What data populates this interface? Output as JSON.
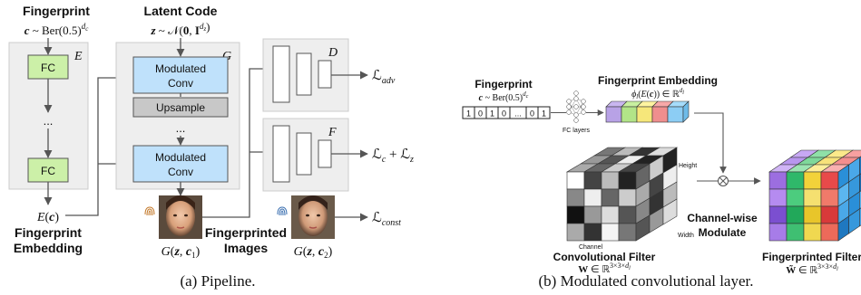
{
  "pipeline": {
    "fingerprint_title": "Fingerprint",
    "fingerprint_formula": "c ~ Ber(0.5)^dc",
    "latent_title": "Latent Code",
    "latent_formula": "z ~ N(0, I^dz)",
    "encoder_label": "E",
    "encoder_fc_top": "FC",
    "encoder_dots": "...",
    "encoder_fc_bottom": "FC",
    "generator_label": "G",
    "mod_conv_top": [
      "Modulated",
      "Conv"
    ],
    "upsample": "Upsample",
    "gen_dots": "...",
    "mod_conv_bottom": [
      "Modulated",
      "Conv"
    ],
    "discriminator_label": "D",
    "detector_label": "F",
    "loss_adv": "L_adv",
    "loss_cz": "L_c + L_z",
    "loss_const": "L_const",
    "embedding_math": "E(c)",
    "embedding_line1": "Fingerprint",
    "embedding_line2": "Embedding",
    "img1_label": "G(z, c1)",
    "img2_label": "G(z, c2)",
    "images_line1": "Fingerprinted",
    "images_line2": "Images",
    "caption": "(a) Pipeline."
  },
  "modulated": {
    "fingerprint_title": "Fingerprint",
    "fingerprint_formula": "c ~ Ber(0.5)^dc",
    "bits": [
      "1",
      "0",
      "1",
      "0",
      "...",
      "0",
      "1"
    ],
    "fc_layers": "FC layers",
    "embedding_title": "Fingerprint Embedding",
    "embedding_formula": "φl(E(c)) ∈ ℝ^dl",
    "height": "Height",
    "width": "Width",
    "channel": "Channel",
    "conv_title": "Convolutional Filter",
    "conv_formula": "W ∈ ℝ^(3×3×dl)",
    "modulate_line1": "Channel-wise",
    "modulate_line2": "Modulate",
    "filter_title": "Fingerprinted Filter",
    "filter_formula": "W̃ ∈ ℝ^(3×3×dl)",
    "caption": "(b) Modulated convolutional layer."
  },
  "colors": {
    "panel": "#eeeeee",
    "fc_box": "#ccf0a8",
    "mod_conv": "#bfe1fb",
    "upsample": "#c8c8c8"
  }
}
